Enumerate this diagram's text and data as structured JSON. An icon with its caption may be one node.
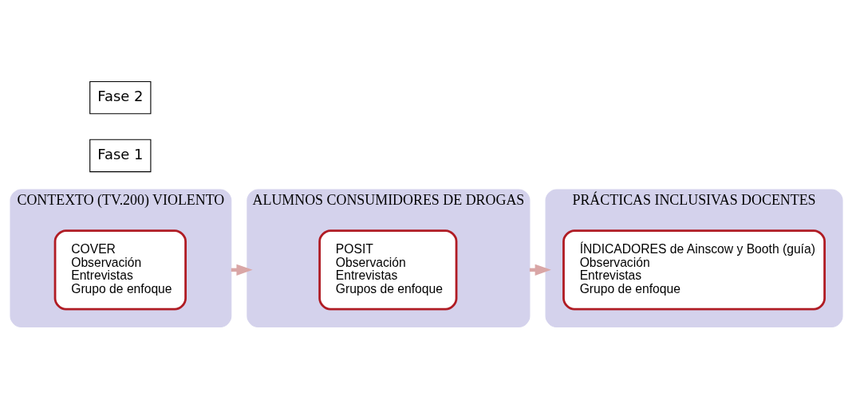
{
  "diagram": {
    "nodes": [
      {
        "text": [
          "CONTEXTO (TV.200) VIOLENTO"
        ]
      },
      {
        "text": [
          "COVER",
          "Observación",
          "Entrevistas",
          "Grupo de enfoque"
        ],
        "in": 0
      },
      {
        "text": [
          "ALUMNOS CONSUMIDORES DE DROGAS"
        ]
      },
      {
        "text": [
          "POSIT",
          "Observación",
          "Entrevistas",
          "Grupos de enfoque"
        ],
        "in": 2
      },
      {
        "text": [
          "PRÁCTICAS INCLUSIVAS DOCENTES"
        ]
      },
      {
        "text": [
          "ÍNDICADORES de Ainscow y Booth (guía)",
          "Observación",
          "Entrevistas",
          "Grupo de enfoque"
        ],
        "in": 4
      },
      {
        "text": [
          "Fase 1"
        ]
      },
      {
        "text": [
          "Fase 2"
        ]
      }
    ],
    "edges": [
      {
        "from": 0,
        "to": 2,
        "arrow": "to"
      },
      {
        "from": 2,
        "to": 4,
        "arrow": "to"
      }
    ]
  }
}
